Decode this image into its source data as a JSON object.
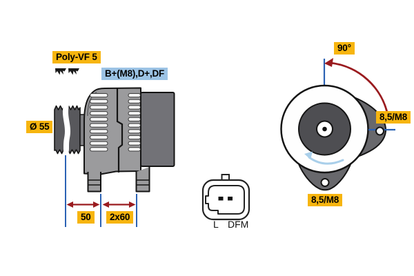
{
  "labels": {
    "belt_type": "Poly-VF 5",
    "terminals": "B+(M8),D+,DF",
    "pulley_diameter": "Ø 55",
    "dim_pulley_offset": "50",
    "dim_mount_span": "2x60",
    "mount_angle": "90°",
    "mount_hole_right": "8,5/M8",
    "mount_hole_bottom": "8,5/M8",
    "connector_pin_left": "L",
    "connector_pin_right": "DFM"
  },
  "colors": {
    "highlight-yellow": "#F7B50F",
    "highlight-blue": "#9CC3E5",
    "dimension-blue": "#2B62B4",
    "arrow-red": "#9A1B1F",
    "rotation-blue": "#A9CFEA"
  }
}
